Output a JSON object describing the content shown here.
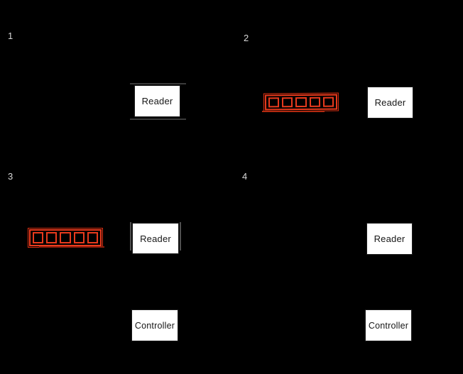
{
  "figure": {
    "description": "Four-step sequence diagram on black background showing a red five-cell tag/train passing a Reader connected to a Controller",
    "background_color": "#000000"
  },
  "colors": {
    "train_red": "#e93a1d",
    "box_fill": "#ffffff",
    "box_text": "#161616",
    "step_label": "#d9d9d9",
    "artifact_gray": "#3a3a3a"
  },
  "panels": [
    {
      "label": "1",
      "reader_label": "Reader"
    },
    {
      "label": "2",
      "reader_label": "Reader",
      "train": {
        "cars": 5
      }
    },
    {
      "label": "3",
      "reader_label": "Reader",
      "controller_label": "Controller",
      "train": {
        "cars": 5
      }
    },
    {
      "label": "4",
      "reader_label": "Reader",
      "controller_label": "Controller"
    }
  ]
}
